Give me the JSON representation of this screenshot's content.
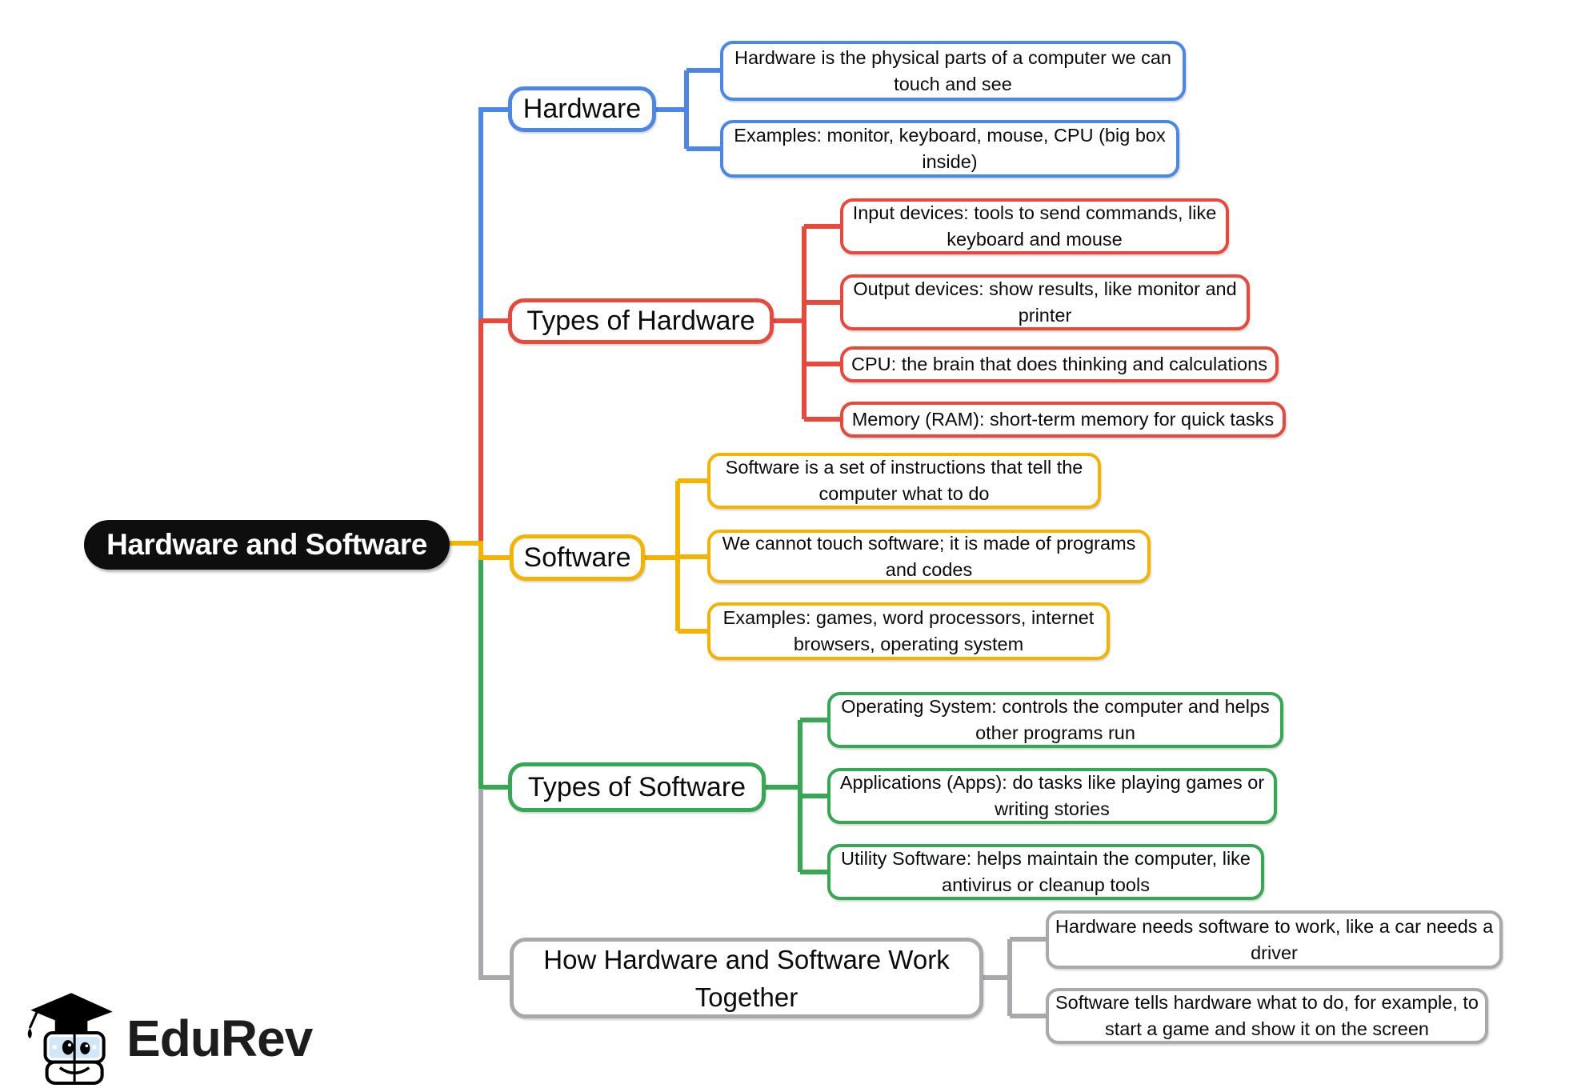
{
  "root": {
    "label": "Hardware and Software",
    "bg_color": "#0e0e0e",
    "text_color": "#ffffff"
  },
  "branches": [
    {
      "label": "Hardware",
      "color": "#4b87e8",
      "leaves": [
        "Hardware is the physical parts of a computer we can touch and see",
        "Examples: monitor, keyboard, mouse, CPU (big box inside)"
      ]
    },
    {
      "label": "Types of Hardware",
      "color": "#e8493a",
      "leaves": [
        "Input devices: tools to send commands, like keyboard and mouse",
        "Output devices: show results, like monitor and printer",
        "CPU: the brain that does thinking and calculations",
        "Memory (RAM): short-term memory for quick tasks"
      ]
    },
    {
      "label": "Software",
      "color": "#f5b301",
      "leaves": [
        "Software is a set of instructions that tell the computer what to do",
        "We cannot touch software; it is made of programs and codes",
        "Examples: games, word processors, internet browsers, operating system"
      ]
    },
    {
      "label": "Types of Software",
      "color": "#35a853",
      "leaves": [
        "Operating System: controls the computer and helps other programs run",
        "Applications (Apps): do tasks like playing games or writing stories",
        "Utility Software: helps maintain the computer, like antivirus or cleanup tools"
      ]
    },
    {
      "label": "How Hardware and Software Work Together",
      "color": "#a7a9ac",
      "leaves": [
        "Hardware needs software to work, like a car needs a driver",
        "Software tells hardware what to do, for example, to start a game and show it on the screen"
      ]
    }
  ],
  "logo": {
    "text": "EduRev",
    "text_color": "#1d1d1d",
    "glasses_color": "#cfe7f7"
  }
}
